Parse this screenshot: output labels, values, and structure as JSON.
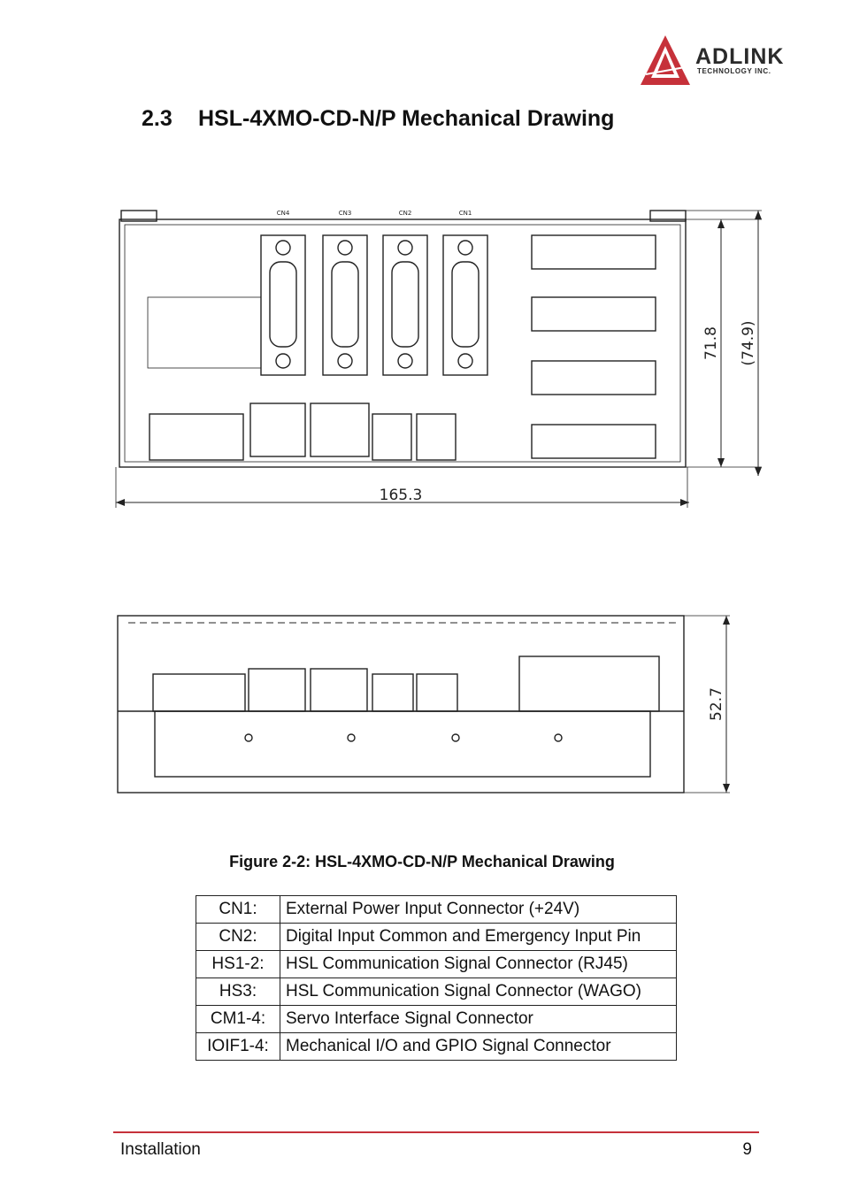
{
  "header": {
    "logo_word": "ADLINK",
    "logo_sub": "TECHNOLOGY INC.",
    "brand_color": "#c6313a"
  },
  "section": {
    "number": "2.3",
    "title": "HSL-4XMO-CD-N/P Mechanical Drawing"
  },
  "drawing": {
    "top_view": {
      "width_dim": "165.3",
      "height_dim": "71.8",
      "height_dim_ref": "(74.9)",
      "connector_labels": [
        "CN4",
        "CN3",
        "CN2",
        "CN1"
      ]
    },
    "side_view": {
      "height_dim": "52.7"
    }
  },
  "figure": {
    "caption": "Figure 2-2: HSL-4XMO-CD-N/P Mechanical Drawing"
  },
  "legend": [
    {
      "key": "CN1:",
      "desc": "External Power Input Connector (+24V)"
    },
    {
      "key": "CN2:",
      "desc": "Digital Input Common and Emergency Input Pin"
    },
    {
      "key": "HS1-2:",
      "desc": "HSL Communication Signal Connector (RJ45)"
    },
    {
      "key": "HS3:",
      "desc": "HSL Communication Signal Connector (WAGO)"
    },
    {
      "key": "CM1-4:",
      "desc": "Servo Interface Signal Connector"
    },
    {
      "key": "IOIF1-4:",
      "desc": "Mechanical I/O and GPIO Signal Connector"
    }
  ],
  "footer": {
    "left": "Installation",
    "page": "9"
  }
}
